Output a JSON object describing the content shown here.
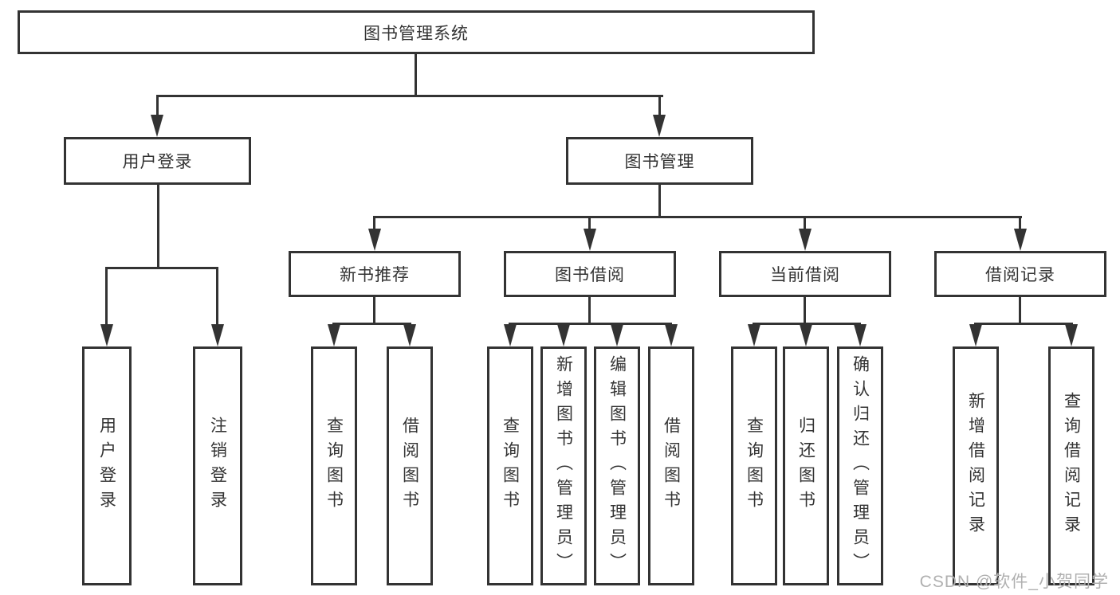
{
  "tree": {
    "root": {
      "label": "图书管理系统",
      "children": [
        {
          "label": "用户登录",
          "children": [
            {
              "label": "用户登录"
            },
            {
              "label": "注销登录"
            }
          ]
        },
        {
          "label": "图书管理",
          "children": [
            {
              "label": "新书推荐",
              "children": [
                {
                  "label": "查询图书"
                },
                {
                  "label": "借阅图书"
                }
              ]
            },
            {
              "label": "图书借阅",
              "children": [
                {
                  "label": "查询图书"
                },
                {
                  "label": "新增图书（管理员）"
                },
                {
                  "label": "编辑图书（管理员）"
                },
                {
                  "label": "借阅图书"
                }
              ]
            },
            {
              "label": "当前借阅",
              "children": [
                {
                  "label": "查询图书"
                },
                {
                  "label": "归还图书"
                },
                {
                  "label": "确认归还（管理员）"
                }
              ]
            },
            {
              "label": "借阅记录",
              "children": [
                {
                  "label": "新增借阅记录"
                },
                {
                  "label": "查询借阅记录"
                }
              ]
            }
          ]
        }
      ]
    }
  },
  "watermark": "CSDN @软件_小贺同学",
  "colors": {
    "line": "#333333",
    "text": "#333333",
    "box_bg": "#ffffff",
    "page_bg": "#ffffff",
    "watermark": "#b0b0b0"
  }
}
